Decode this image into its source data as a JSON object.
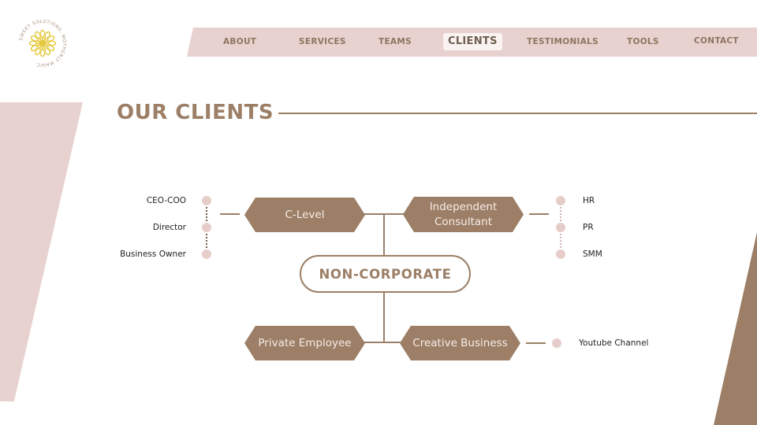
{
  "logo": {
    "ring_text": "SWEET SOLUTIONS. MOTHERLY MAGIC",
    "accent_color": "#e5c93f"
  },
  "nav": {
    "items": [
      {
        "label": "ABOUT"
      },
      {
        "label": "SERVICES"
      },
      {
        "label": "TEAMS"
      },
      {
        "label": "CLIENTS",
        "active": true
      },
      {
        "label": "TESTIMONIALS"
      },
      {
        "label": "TOOLS"
      },
      {
        "label": "CONTACT"
      }
    ]
  },
  "page": {
    "title": "OUR CLIENTS"
  },
  "diagram": {
    "center": "NON-CORPORATE",
    "branches": {
      "c_level": {
        "label": "C-Level",
        "sub": [
          "CEO-COO",
          "Director",
          "Business Owner"
        ]
      },
      "independent": {
        "label": "Independent\nConsultant",
        "sub": [
          "HR",
          "PR",
          "SMM"
        ]
      },
      "private": {
        "label": "Private Employee"
      },
      "creative": {
        "label": "Creative Business",
        "sub": [
          "Youtube Channel"
        ]
      }
    }
  },
  "colors": {
    "brown": "#9c7f66",
    "blush": "#e8d2cf",
    "dot": "#e6cdca",
    "nav_text": "#8e7560"
  }
}
